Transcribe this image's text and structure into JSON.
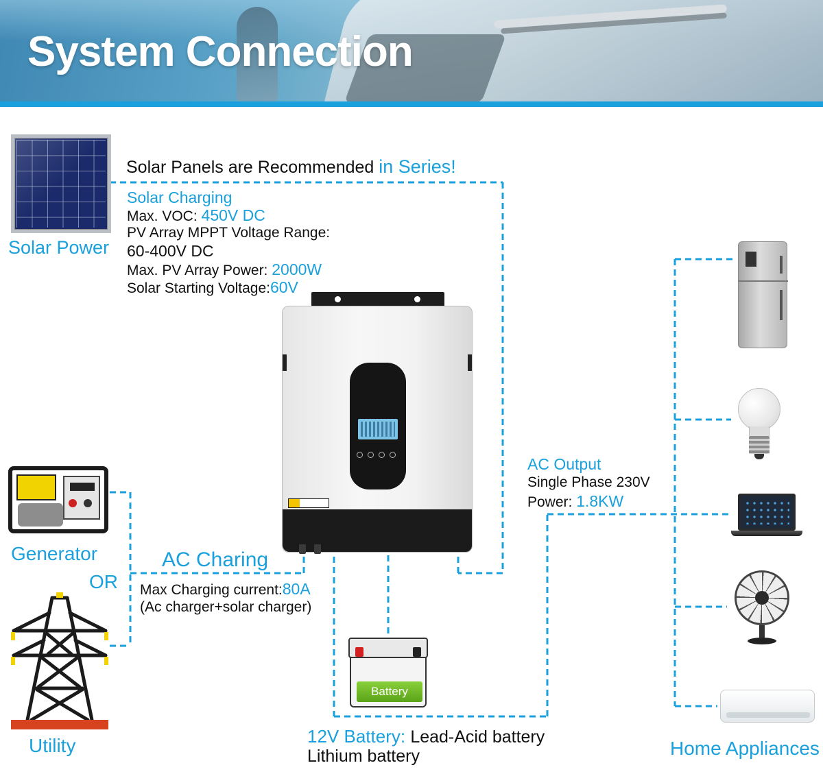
{
  "header": {
    "title": "System Connection"
  },
  "solar": {
    "label": "Solar Power",
    "recommend_prefix": "Solar Panels are Recommended ",
    "recommend_highlight": "in Series!",
    "heading": "Solar Charging",
    "max_voc_label": "Max. VOC: ",
    "max_voc_value": "450V DC",
    "mppt_label": "PV Array MPPT Voltage Range:",
    "mppt_value": "60-400V DC",
    "max_pv_label": "Max. PV Array Power: ",
    "max_pv_value": "2000W",
    "start_label": "Solar Starting Voltage:",
    "start_value": "60V"
  },
  "ac_input": {
    "generator_label": "Generator",
    "or_label": "OR",
    "utility_label": "Utility",
    "heading": "AC Charing",
    "max_current_label": "Max Charging current:",
    "max_current_value": "80A",
    "note": "(Ac charger+solar charger)"
  },
  "battery": {
    "icon_label": "Battery",
    "type_label": "12V Battery: ",
    "type_value_1": "Lead-Acid battery",
    "type_value_2": "Lithium battery"
  },
  "ac_output": {
    "heading": "AC Output",
    "phase": "Single Phase 230V",
    "power_label": "Power: ",
    "power_value": "1.8KW"
  },
  "appliances": {
    "label": "Home Appliances",
    "items": [
      "refrigerator-icon",
      "light-bulb-icon",
      "laptop-icon",
      "fan-icon",
      "air-conditioner-icon"
    ]
  },
  "colors": {
    "accent": "#1aa0dc",
    "text": "#111111"
  }
}
